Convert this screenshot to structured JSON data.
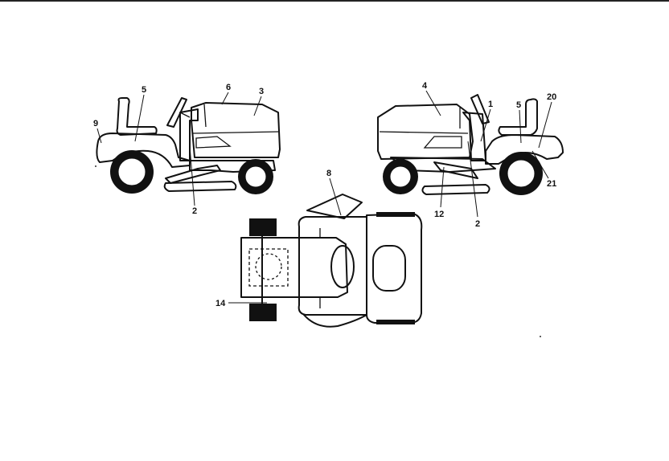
{
  "diagram": {
    "header_fragments": [
      "",
      "",
      "",
      "",
      ""
    ],
    "callouts": {
      "left_seat": "5",
      "left_rear": "9",
      "left_hood_top": "6",
      "left_hood_side": "3",
      "left_frame": "2",
      "right_hood": "4",
      "right_dash": "1",
      "right_seat": "5",
      "right_fender": "20",
      "right_wheel": "21",
      "right_pedal": "12",
      "right_frame": "2",
      "top_hood": "8",
      "top_axle": "14"
    }
  }
}
